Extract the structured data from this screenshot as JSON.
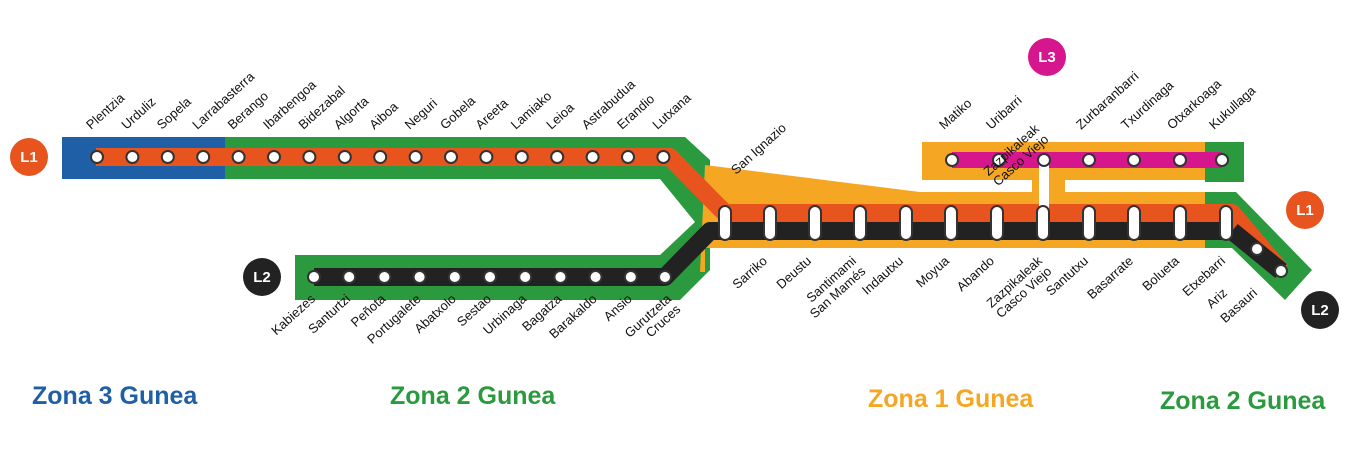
{
  "colors": {
    "zone3": "#1f5fa6",
    "zone2": "#2b9a3e",
    "zone1": "#f5a623",
    "line1": "#e8541e",
    "line2": "#222222",
    "line3": "#d6168c"
  },
  "badges": {
    "l1_left": "L1",
    "l1_right": "L1",
    "l2_left": "L2",
    "l2_right": "L2",
    "l3": "L3"
  },
  "zones": {
    "z3": "Zona 3 Gunea",
    "z2_left": "Zona 2 Gunea",
    "z1": "Zona 1 Gunea",
    "z2_right": "Zona 2 Gunea"
  },
  "stations": {
    "l1_top": [
      "Plentzia",
      "Urduliz",
      "Sopela",
      "Larrabasterra",
      "Berango",
      "Ibarbengoa",
      "Bidezabal",
      "Algorta",
      "Aiboa",
      "Neguri",
      "Gobela",
      "Areeta",
      "Lamiako",
      "Leioa",
      "Astrabudua",
      "Erandio",
      "Lutxana"
    ],
    "san_ignazio": "San Ignazio",
    "l2_bottom": [
      "Kabiezes",
      "Santurtzi",
      "Peñota",
      "Portugalete",
      "Abatxolo",
      "Sestao",
      "Urbinaga",
      "Bagatza",
      "Barakaldo",
      "Ansio"
    ],
    "gurutzeta": [
      "Gurutzeta",
      "Cruces"
    ],
    "trunk_bottom": [
      "Sarriko",
      "Deustu"
    ],
    "santimami": [
      "Santimami",
      "San Mamés"
    ],
    "trunk_bottom2": [
      "Indautxu",
      "Moyua",
      "Abando"
    ],
    "zazpikaleak_bottom": [
      "Zazpikaleak",
      "Casco Viejo"
    ],
    "trunk_bottom3": [
      "Santutxu",
      "Basarrate",
      "Bolueta",
      "Etxebarri"
    ],
    "end_bottom": [
      "Ariz",
      "Basauri"
    ],
    "l3_top": [
      "Matiko",
      "Uribarri"
    ],
    "zazpikaleak_top": [
      "Zazpikaleak",
      "Casco Viejo"
    ],
    "l3_top2": [
      "Zurbaranbarri",
      "Txurdinaga",
      "Otxarkoaga",
      "Kukullaga"
    ]
  }
}
